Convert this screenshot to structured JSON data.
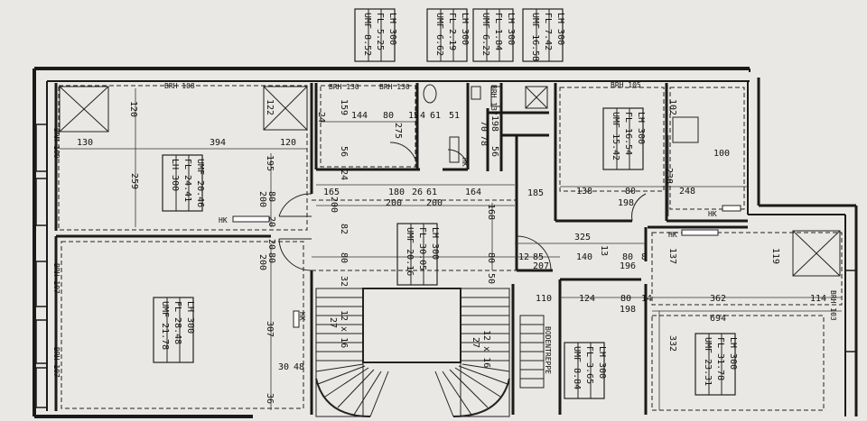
{
  "top_tables": [
    {
      "rows": [
        "UMF 8.52",
        "FL 5.25",
        "LH 300"
      ]
    },
    {
      "rows": [
        "UMF 6.62",
        "FL 2.19",
        "LH 300"
      ]
    },
    {
      "rows": [
        "UMF 6.22",
        "FL 1.84",
        "LH 300"
      ]
    },
    {
      "rows": [
        "UMF 16.58",
        "FL 7.42",
        "LH 300"
      ]
    }
  ],
  "room_tables": [
    {
      "rows": [
        "UMF 20.46",
        "FL 24.41",
        "LH 300"
      ]
    },
    {
      "rows": [
        "UMF 21.78",
        "FL 28.48",
        "LH 300"
      ]
    },
    {
      "rows": [
        "UMF 20.16",
        "FL 30.05",
        "LH 300"
      ]
    },
    {
      "rows": [
        "UMF 15.42",
        "FL 16.54",
        "LH 300"
      ]
    },
    {
      "rows": [
        "UMF 8.84",
        "FL 3.65",
        "LH 300"
      ]
    },
    {
      "rows": [
        "UMF 23.31",
        "FL 31.78",
        "LH 300"
      ]
    }
  ],
  "labels": {
    "brh108": "BRH 108",
    "brh130a": "BRH 130",
    "brh130b": "BRH 130",
    "brh137": "BRH 137",
    "brh105": "BRH 105",
    "brh100": "BRH 100",
    "brh107a": "BRH 107",
    "brh107b": "BRH 107",
    "brh103": "BRH 103",
    "bodentreppe": "BODENTREPPE",
    "hk1": "HK",
    "hk2": "HK",
    "hk3": "HK",
    "hk4": "HK",
    "hk5": "HK"
  },
  "dims": {
    "d130": "130",
    "d394": "394",
    "d120a": "120",
    "d120b": "120",
    "d122": "122",
    "d259": "259",
    "d195": "195",
    "d200a": "200",
    "d80a": "80",
    "d20a": "20",
    "d80b": "80",
    "d200b": "200",
    "d20b": "20",
    "d307": "307",
    "d30": "30",
    "d48": "48",
    "d36": "36",
    "d144": "144",
    "d80c": "80",
    "d15": "15",
    "d4": "4",
    "d61a": "61",
    "d51": "51",
    "d159": "159",
    "d24a": "24",
    "d275": "275",
    "d56a": "56",
    "d24b": "24",
    "d70": "70",
    "d198a": "198",
    "d78": "78",
    "d56b": "56",
    "d165": "165",
    "d180": "180",
    "d26": "26",
    "d61b": "61",
    "d164": "164",
    "d200c": "200",
    "d200d": "200",
    "d168": "168",
    "d200e": "200",
    "d82": "82",
    "d80d": "80",
    "d80e": "80",
    "d50": "50",
    "d32": "32",
    "d12x16": "12 x 16",
    "d27a": "27",
    "d12x16b": "12 x 16",
    "d27b": "27",
    "d185": "185",
    "d138": "138",
    "d80f": "80",
    "d248": "248",
    "d238": "238",
    "d102": "102",
    "d100": "100",
    "d198b": "198",
    "d325": "325",
    "d13": "13",
    "d12": "12",
    "d85": "85",
    "d207": "207",
    "d140": "140",
    "d80g": "80",
    "d8": "8",
    "d196": "196",
    "d110": "110",
    "d124": "124",
    "d80h": "80",
    "d14": "14",
    "d198c": "198",
    "d137": "137",
    "d119": "119",
    "d362": "362",
    "d114": "114",
    "d694": "694",
    "d332": "332"
  }
}
